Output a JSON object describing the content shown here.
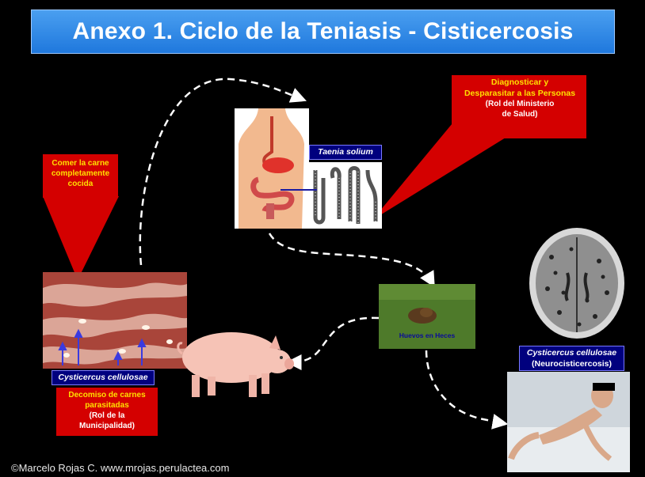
{
  "title": "Anexo 1. Ciclo de la Teniasis - Cisticercosis",
  "callouts": {
    "cook": "Comer la carne completamente cocida",
    "diagnose_line1": "Diagnosticar y",
    "diagnose_line2": "Desparasitar a las Personas",
    "diagnose_role": "(Rol del Ministerio de Salud)",
    "confiscate_line1": "Decomiso de carnes",
    "confiscate_line2": "parasitadas",
    "confiscate_role": "(Rol de la Municipalidad)"
  },
  "labels": {
    "taenia": "Taenia solium",
    "cysticercus_meat": "Cysticercus cellulosae",
    "cysticercus_brain_line1": "Cysticercus cellulosae",
    "cysticercus_brain_line2": "(Neurocisticercosis)",
    "eggs": "Huevos en Heces"
  },
  "footer": "©Marcelo Rojas C. www.mrojas.perulactea.com",
  "colors": {
    "title_bar": "#2b86e6",
    "callout_red": "#d40000",
    "label_blue": "#00007e",
    "yellow_text": "#ffe000",
    "arrow": "#ffffff"
  }
}
